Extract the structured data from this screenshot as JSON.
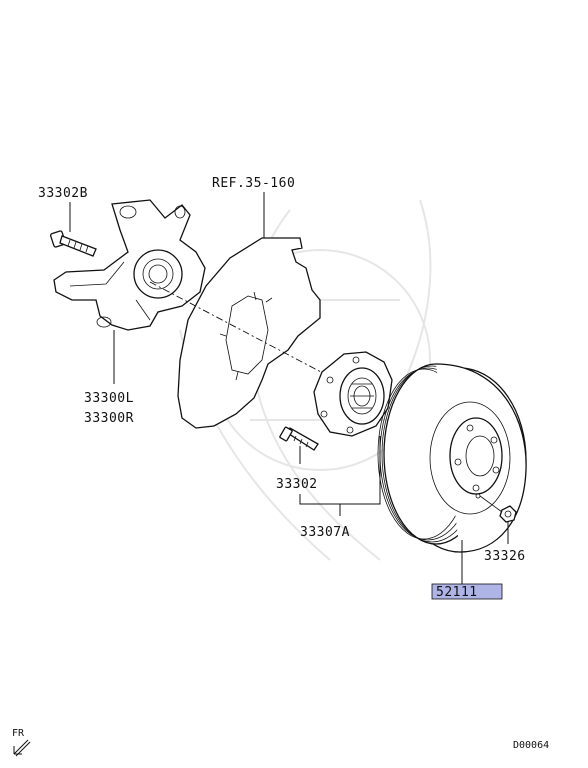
{
  "labels": {
    "bolt_33302B": "33302B",
    "ref": "REF.35-160",
    "knuckle_left": "33300L",
    "knuckle_right": "33300R",
    "hub_bolt": "33302",
    "hub_assembly": "33307A",
    "nut": "33326",
    "rotor": "52111"
  },
  "footer": {
    "direction": "FR",
    "diagram_code": "D00064"
  },
  "colors": {
    "highlight": "#aeb4e6",
    "line": "#111111",
    "watermark": "#e6e6e6"
  },
  "icons": {
    "direction_arrow": "arrow-down-left-icon"
  }
}
